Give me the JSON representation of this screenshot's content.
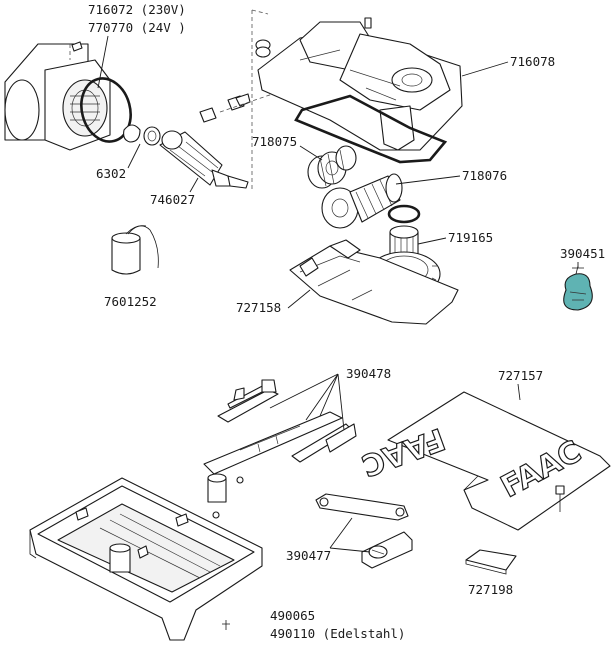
{
  "labels": {
    "motor_230v": "716072 (230V)",
    "motor_24v": "770770 (24V )",
    "o_ring": "6302",
    "shaft": "746027",
    "capacitor": "7601252",
    "gearbox_cover": "716078",
    "gear_pair": "718075",
    "worm_gear": "718076",
    "pinion": "719165",
    "gearbox_base": "727158",
    "grease_bag": "390451",
    "release_bracket": "390478",
    "box_lid": "727157",
    "lever_arm": "390477",
    "small_plate": "727198",
    "box_standard": "490065",
    "box_stainless": "490110 (Edelstahl)"
  },
  "logo_text": "FAAC",
  "colors": {
    "line": "#1a1a1a",
    "background": "#ffffff",
    "grease_fill": "#5fb3b3"
  }
}
